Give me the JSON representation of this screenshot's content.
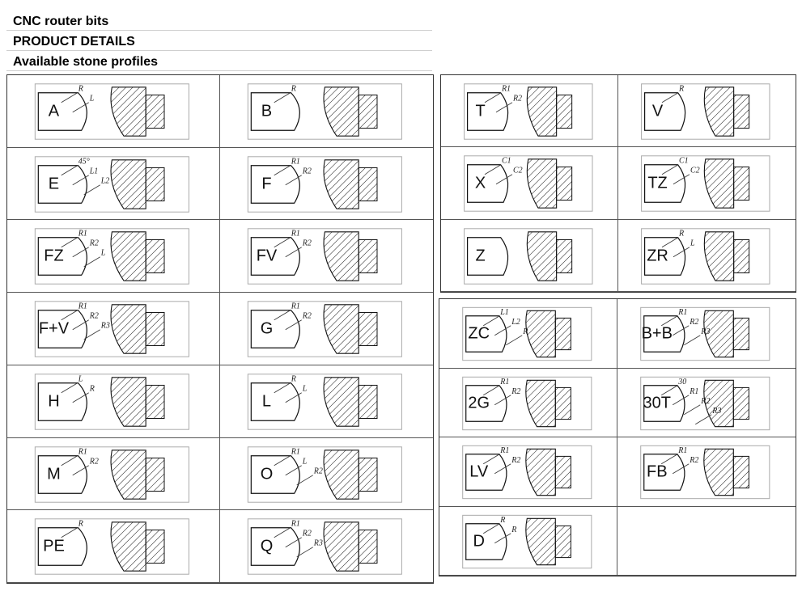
{
  "header": {
    "line1": "CNC router bits",
    "line2": "PRODUCT DETAILS",
    "line3": "Available stone profiles"
  },
  "profiles_left": [
    {
      "code": "A",
      "dims": [
        "R",
        "L"
      ]
    },
    {
      "code": "B",
      "dims": [
        "R"
      ]
    },
    {
      "code": "E",
      "dims": [
        "45°",
        "L1",
        "L2"
      ]
    },
    {
      "code": "F",
      "dims": [
        "R1",
        "R2"
      ]
    },
    {
      "code": "FZ",
      "dims": [
        "R1",
        "R2",
        "L"
      ]
    },
    {
      "code": "FV",
      "dims": [
        "R1",
        "R2"
      ]
    },
    {
      "code": "F+V",
      "dims": [
        "R1",
        "R2",
        "R3"
      ]
    },
    {
      "code": "G",
      "dims": [
        "R1",
        "R2"
      ]
    },
    {
      "code": "H",
      "dims": [
        "L",
        "R"
      ]
    },
    {
      "code": "L",
      "dims": [
        "R",
        "L"
      ]
    },
    {
      "code": "M",
      "dims": [
        "R1",
        "R2"
      ]
    },
    {
      "code": "O",
      "dims": [
        "R1",
        "L",
        "R2"
      ]
    },
    {
      "code": "PE",
      "dims": [
        "R"
      ]
    },
    {
      "code": "Q",
      "dims": [
        "R1",
        "R2",
        "R3"
      ]
    }
  ],
  "profiles_right_top": [
    {
      "code": "T",
      "dims": [
        "R1",
        "R2"
      ]
    },
    {
      "code": "V",
      "dims": [
        "R"
      ]
    },
    {
      "code": "X",
      "dims": [
        "C1",
        "C2"
      ]
    },
    {
      "code": "TZ",
      "dims": [
        "C1",
        "C2"
      ]
    },
    {
      "code": "Z",
      "dims": []
    },
    {
      "code": "ZR",
      "dims": [
        "R",
        "L"
      ]
    }
  ],
  "profiles_right_bottom": [
    {
      "code": "ZC",
      "dims": [
        "L1",
        "L2",
        "R"
      ]
    },
    {
      "code": "B+B",
      "dims": [
        "R1",
        "R2",
        "R3"
      ]
    },
    {
      "code": "2G",
      "dims": [
        "R1",
        "R2"
      ]
    },
    {
      "code": "30T",
      "dims": [
        "30",
        "R1",
        "R2",
        "R3"
      ]
    },
    {
      "code": "LV",
      "dims": [
        "R1",
        "R2"
      ]
    },
    {
      "code": "FB",
      "dims": [
        "R1",
        "R2"
      ]
    },
    {
      "code": "D",
      "dims": [
        "R",
        "R"
      ]
    },
    {
      "code": "",
      "dims": []
    }
  ]
}
